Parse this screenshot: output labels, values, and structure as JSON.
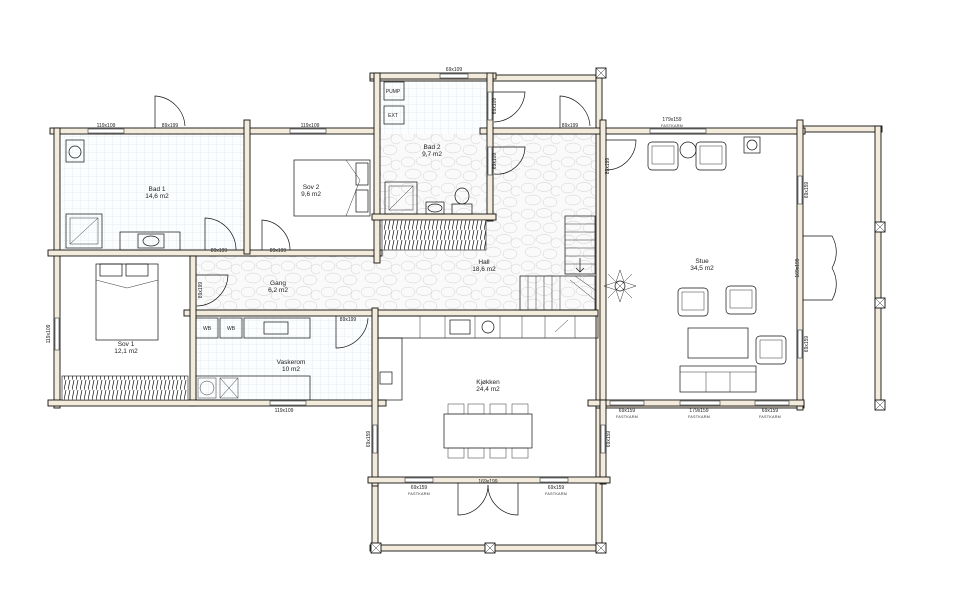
{
  "rooms": {
    "bad1": {
      "name": "Bad 1",
      "area": "14,6 m2"
    },
    "sov2": {
      "name": "Sov 2",
      "area": "9,6 m2"
    },
    "bad2": {
      "name": "Bad 2",
      "area": "9,7 m2"
    },
    "gang": {
      "name": "Gang",
      "area": "6,2 m2"
    },
    "hall": {
      "name": "Hall",
      "area": "18,6 m2"
    },
    "stue": {
      "name": "Stue",
      "area": "34,5 m2"
    },
    "sov1": {
      "name": "Sov 1",
      "area": "12,1 m2"
    },
    "vaskerom": {
      "name": "Vaskerom",
      "area": "10 m2"
    },
    "kjokken": {
      "name": "Kjøkken",
      "area": "24,4 m2"
    }
  },
  "fixtures": {
    "pump": "PUMP",
    "ext": "EXT",
    "wb1": "WB",
    "wb2": "WB"
  },
  "dimensions": {
    "bad2_top_window": "69x109",
    "bad1_window": "119x109",
    "bad1_door": "89x199",
    "sov2_window": "119x109",
    "bad2_right_upper": "69x109",
    "bad2_right_lower": "69x109",
    "hall_door": "89x199",
    "stue_top_window": "179x159",
    "stue_top_sub": "FASTKARM",
    "hall_right_door": "89x199",
    "stue_right_upper": "69x159",
    "stue_right_mid": "169x199",
    "stue_right_lower": "69x159",
    "bad1_door_bottom": "89x199",
    "sov2_door_bottom": "89x199",
    "sov1_door": "89x199",
    "sov1_left_window": "119x109",
    "vaskerom_door": "89x199",
    "vaskerom_bottom_window": "119x109",
    "stue_bottom_left": "69x159",
    "stue_bottom_left_sub": "FASTKARM",
    "stue_bottom_mid": "179x159",
    "stue_bottom_mid_sub": "FASTKARM",
    "stue_bottom_right": "69x159",
    "stue_bottom_right_sub": "FASTKARM",
    "kjokken_left_window": "69x159",
    "kjokken_right_window": "69x159",
    "kjokken_bottom_left": "69x159",
    "kjokken_bottom_left_sub": "FASTKARM",
    "kjokken_bottom_door": "169x199",
    "kjokken_bottom_right": "69x159",
    "kjokken_bottom_right_sub": "FASTKARM"
  }
}
